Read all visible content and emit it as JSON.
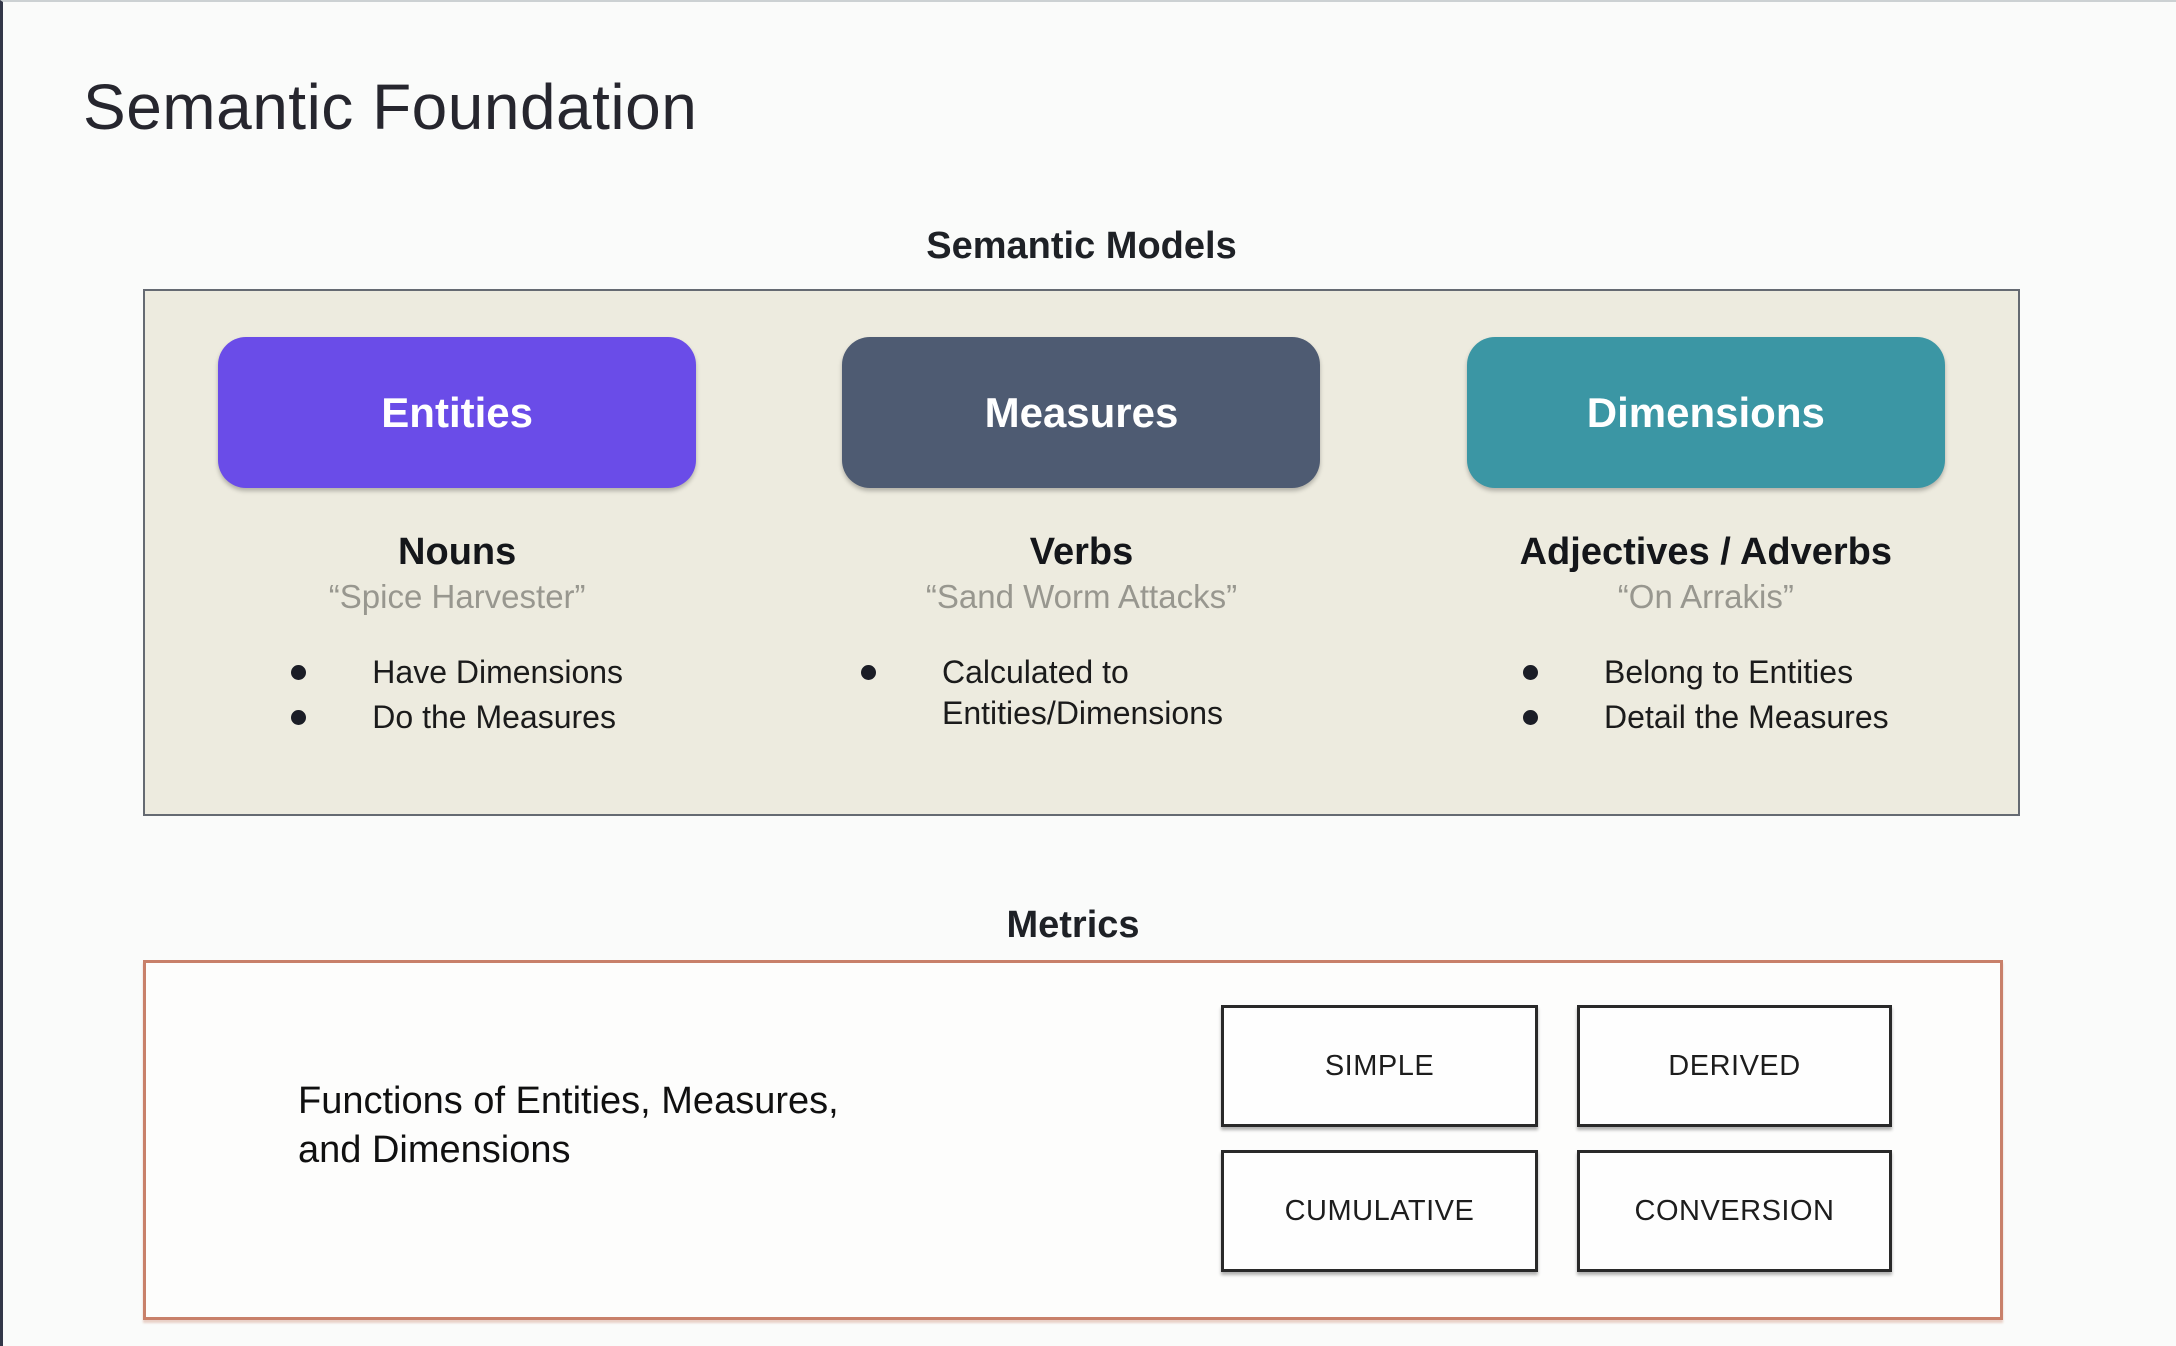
{
  "page": {
    "title": "Semantic Foundation"
  },
  "models": {
    "section_label": "Semantic Models",
    "box_bg": "#edebdf",
    "columns": [
      {
        "pill": "Entities",
        "pill_color": "#6a4ce8",
        "term": "Nouns",
        "quote": "“Spice Harvester”",
        "bullets": [
          "Have Dimensions",
          "Do the Measures"
        ]
      },
      {
        "pill": "Measures",
        "pill_color": "#4e5b72",
        "term": "Verbs",
        "quote": "“Sand Worm Attacks”",
        "bullets": [
          "Calculated to Entities/Dimensions"
        ]
      },
      {
        "pill": "Dimensions",
        "pill_color": "#3b96a4",
        "term": "Adjectives / Adverbs",
        "quote": "“On Arrakis”",
        "bullets": [
          "Belong to Entities",
          "Detail the Measures"
        ]
      }
    ]
  },
  "metrics": {
    "section_label": "Metrics",
    "border_color": "#c8806a",
    "description_line1": "Functions of Entities, Measures,",
    "description_line2": "and Dimensions",
    "types": [
      "SIMPLE",
      "DERIVED",
      "CUMULATIVE",
      "CONVERSION"
    ]
  }
}
